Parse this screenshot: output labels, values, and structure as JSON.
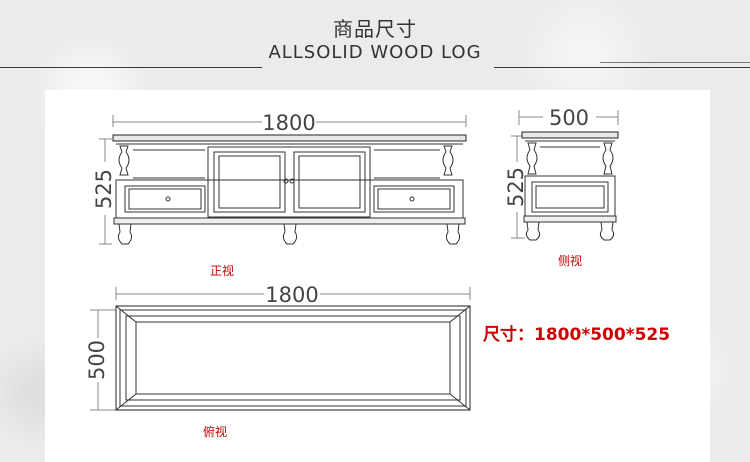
{
  "header": {
    "title": "商品尺寸",
    "subtitle": "ALLSOLID WOOD LOG"
  },
  "dimensions": {
    "front_width": "1800",
    "front_height": "525",
    "side_depth": "500",
    "side_height": "525",
    "top_width": "1800",
    "top_depth": "500"
  },
  "labels": {
    "front_view": "正视",
    "side_view": "侧视",
    "top_view": "俯视"
  },
  "size_note": "尺寸：1800*500*525",
  "colors": {
    "accent": "#d00000",
    "line": "#444444",
    "background": "#ecebea"
  }
}
